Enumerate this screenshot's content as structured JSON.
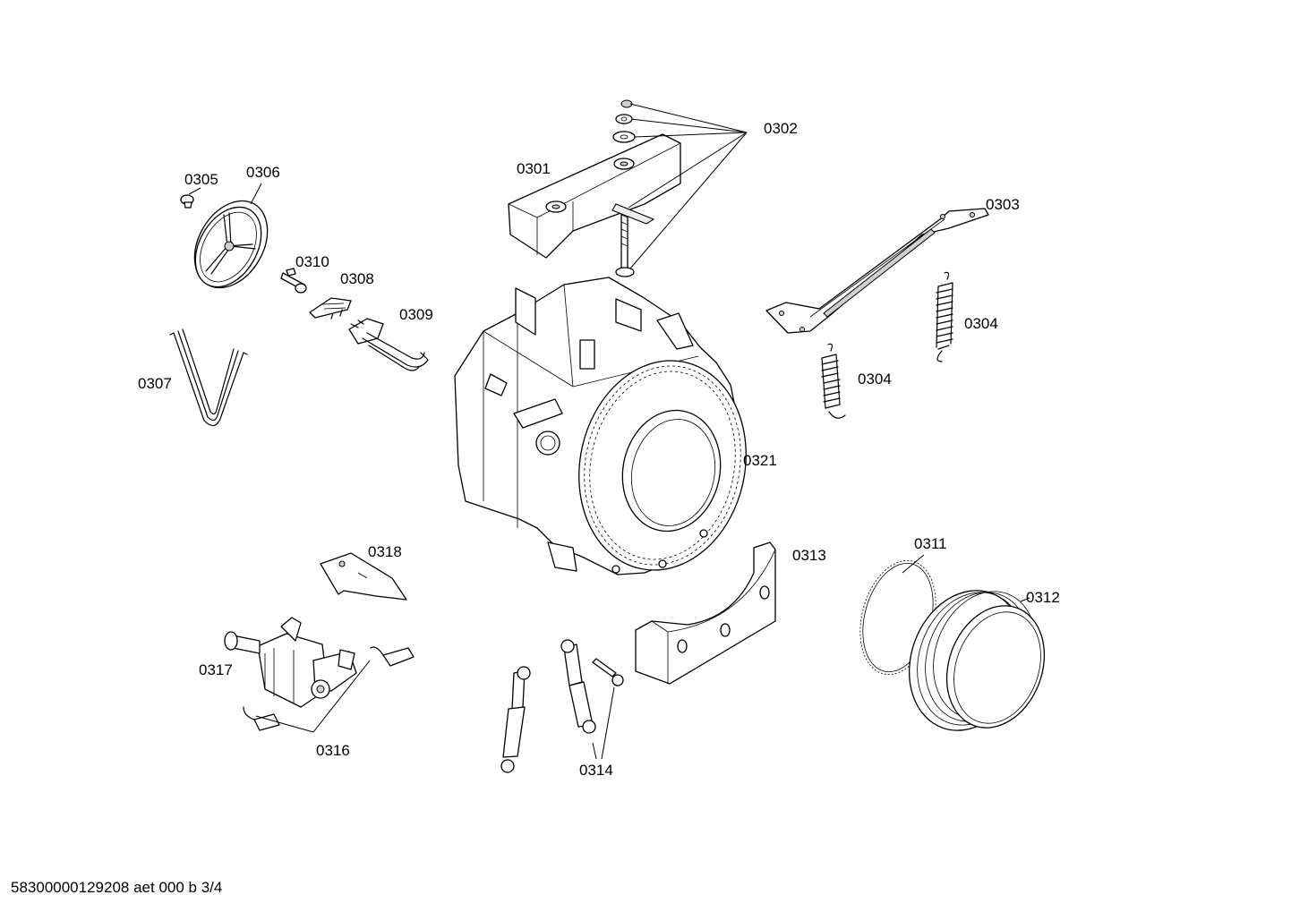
{
  "document": {
    "code": "58300000129208 aet 000 b 3/4"
  },
  "callouts": [
    {
      "id": "c0301",
      "text": "0301"
    },
    {
      "id": "c0302",
      "text": "0302"
    },
    {
      "id": "c0303",
      "text": "0303"
    },
    {
      "id": "c0304a",
      "text": "0304"
    },
    {
      "id": "c0304b",
      "text": "0304"
    },
    {
      "id": "c0305",
      "text": "0305"
    },
    {
      "id": "c0306",
      "text": "0306"
    },
    {
      "id": "c0307",
      "text": "0307"
    },
    {
      "id": "c0308",
      "text": "0308"
    },
    {
      "id": "c0309",
      "text": "0309"
    },
    {
      "id": "c0310",
      "text": "0310"
    },
    {
      "id": "c0311",
      "text": "0311"
    },
    {
      "id": "c0312",
      "text": "0312"
    },
    {
      "id": "c0313",
      "text": "0313"
    },
    {
      "id": "c0314",
      "text": "0314"
    },
    {
      "id": "c0316",
      "text": "0316"
    },
    {
      "id": "c0317",
      "text": "0317"
    },
    {
      "id": "c0318",
      "text": "0318"
    },
    {
      "id": "c0321",
      "text": "0321"
    }
  ]
}
